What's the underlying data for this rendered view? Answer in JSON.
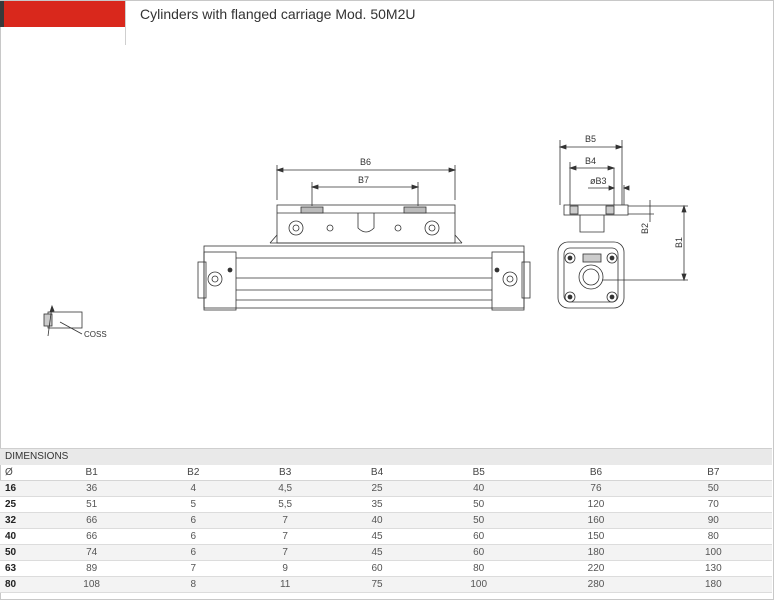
{
  "page": {
    "title": "Cylinders with flanged carriage Mod. 50M2U"
  },
  "drawing": {
    "labels": {
      "b6": "B6",
      "b7": "B7",
      "b5": "B5",
      "b4": "B4",
      "b3": "øB3",
      "b2": "B2",
      "b1": "B1",
      "coss": "COSS"
    }
  },
  "dimensions": {
    "title": "DIMENSIONS",
    "headers": [
      "Ø",
      "B1",
      "B2",
      "B3",
      "B4",
      "B5",
      "B6",
      "B7"
    ],
    "rows": [
      [
        "16",
        "36",
        "4",
        "4,5",
        "25",
        "40",
        "76",
        "50"
      ],
      [
        "25",
        "51",
        "5",
        "5,5",
        "35",
        "50",
        "120",
        "70"
      ],
      [
        "32",
        "66",
        "6",
        "7",
        "40",
        "50",
        "160",
        "90"
      ],
      [
        "40",
        "66",
        "6",
        "7",
        "45",
        "60",
        "150",
        "80"
      ],
      [
        "50",
        "74",
        "6",
        "7",
        "45",
        "60",
        "180",
        "100"
      ],
      [
        "63",
        "89",
        "7",
        "9",
        "60",
        "80",
        "220",
        "130"
      ],
      [
        "80",
        "108",
        "8",
        "11",
        "75",
        "100",
        "280",
        "180"
      ]
    ]
  }
}
